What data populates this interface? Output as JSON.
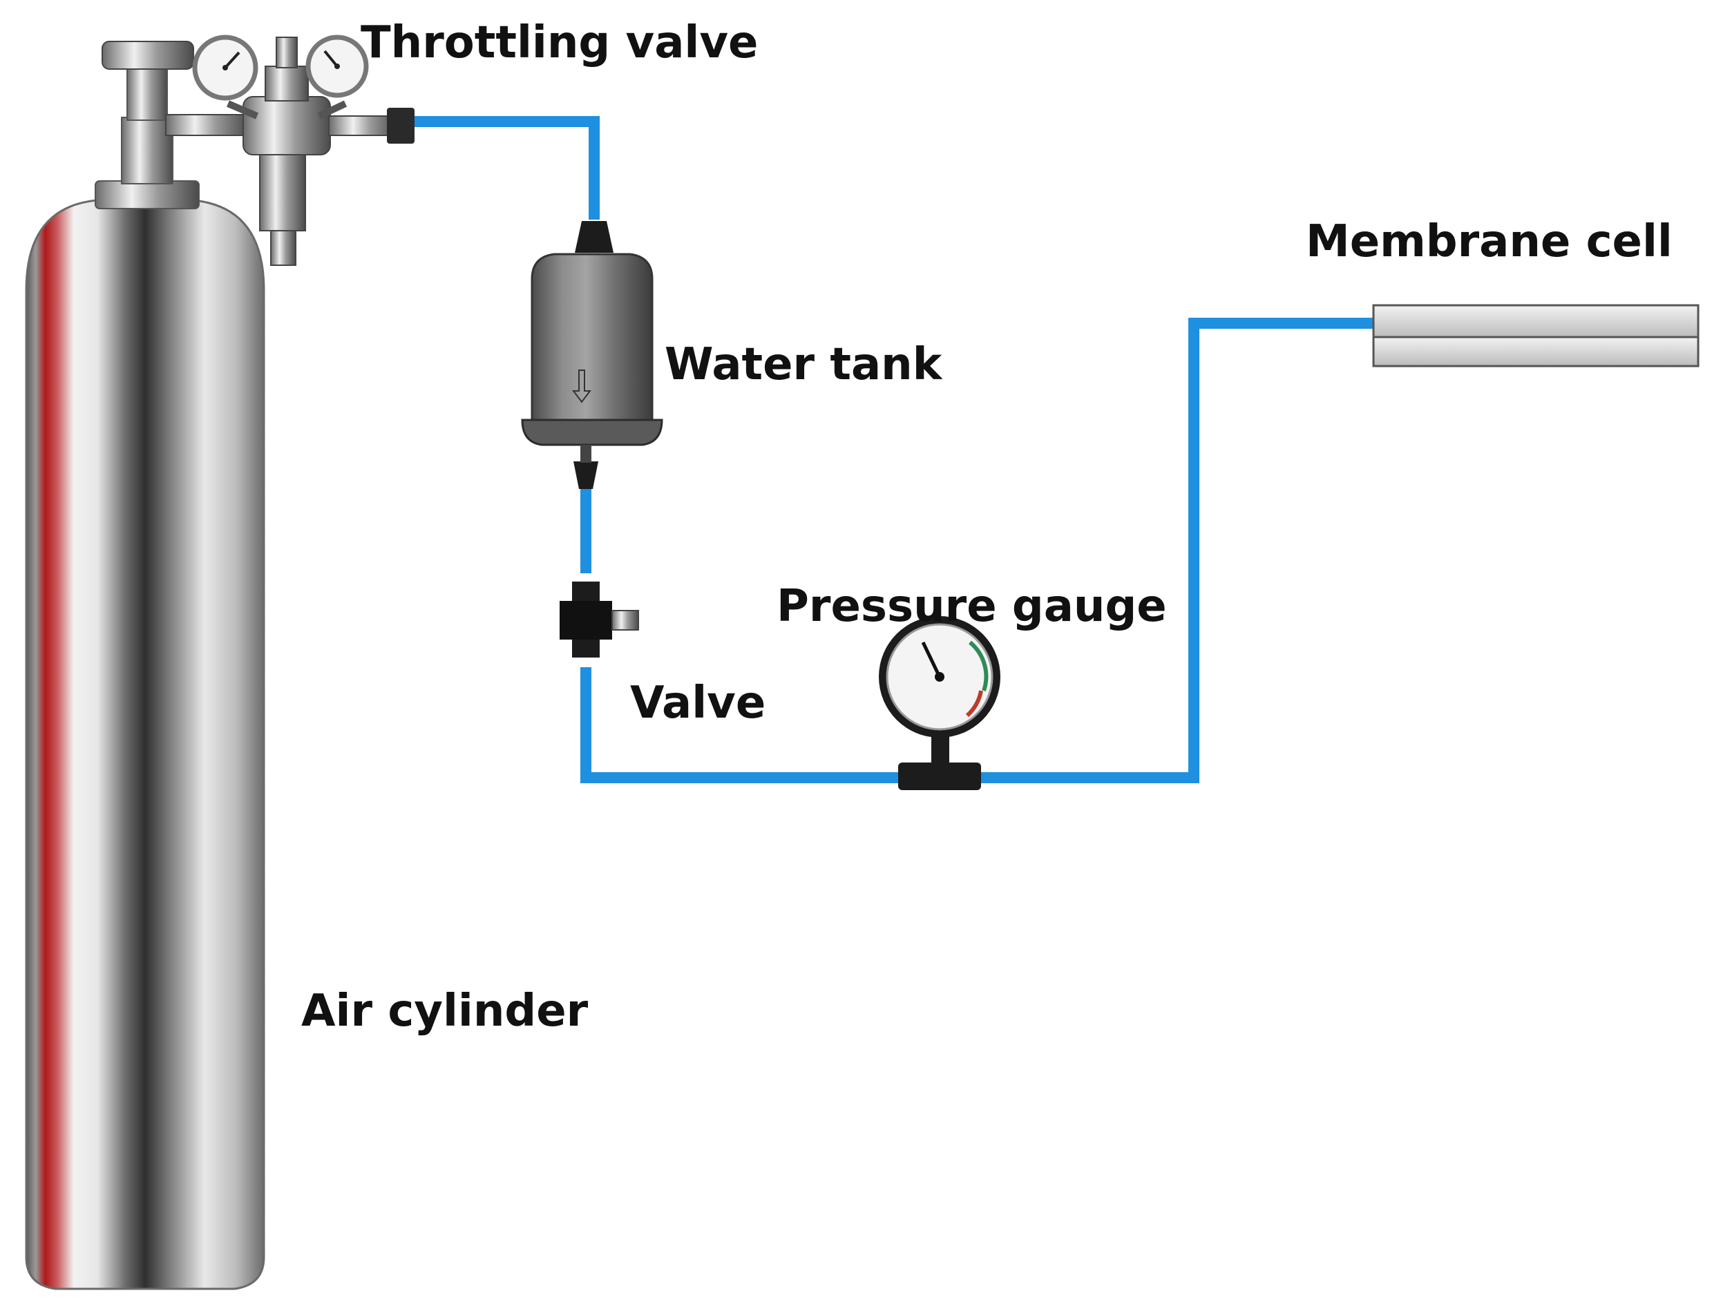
{
  "labels": {
    "throttling_valve": "Throttling valve",
    "membrane_cell": "Membrane cell",
    "water_tank": "Water tank",
    "pressure_gauge": "Pressure gauge",
    "valve": "Valve",
    "air_cylinder": "Air cylinder"
  },
  "colors": {
    "tubing": "#1f8fe0",
    "cylinder_stripe": "#b0171a",
    "fitting": "#1c1c1c",
    "gauge_face": "#f4f4f4",
    "membrane_cell": "#d8d8d8"
  }
}
